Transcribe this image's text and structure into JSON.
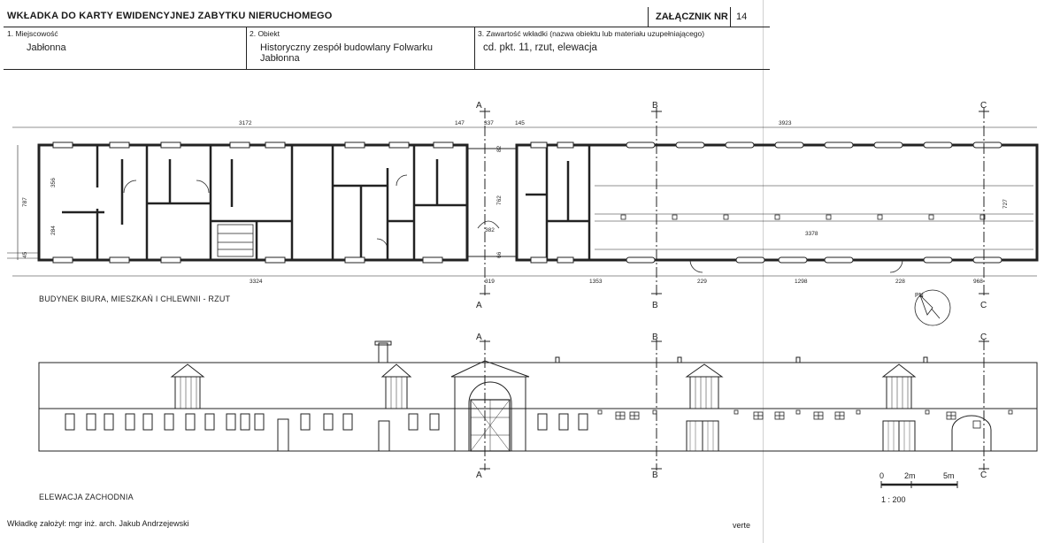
{
  "header": {
    "title": "WKŁADKA DO KARTY EWIDENCYJNEJ ZABYTKU NIERUCHOMEGO",
    "annex_label": "ZAŁĄCZNIK NR",
    "annex_number": "14",
    "fields": [
      {
        "label": "1. Miejscowość",
        "value": "Jabłonna"
      },
      {
        "label": "2. Obiekt",
        "value": "Historyczny zespół budowlany Folwarku Jabłonna"
      },
      {
        "label": "3. Zawartość wkładki (nazwa obiektu lub materiału uzupełniającego)",
        "value": "cd. pkt. 11, rzut, elewacja"
      }
    ]
  },
  "plan": {
    "caption": "BUDYNEK BIURA, MIESZKAŃ I CHLEWNII - RZUT",
    "dimensions_top": [
      "3172",
      "147",
      "337",
      "145",
      "3923"
    ],
    "dimensions_bottom": [
      "3324",
      "319",
      "1353",
      "229",
      "1298",
      "228",
      "968"
    ],
    "dimensions_inner": [
      "382",
      "3378"
    ],
    "dimensions_vertical": [
      "787",
      "356",
      "284",
      "45",
      "82",
      "762",
      "66",
      "727"
    ],
    "section_markers": [
      "A",
      "B",
      "C"
    ],
    "north_label": "PN"
  },
  "elevation": {
    "caption": "ELEWACJA ZACHODNIA"
  },
  "scale": {
    "labels": [
      "0",
      "2m",
      "5m"
    ],
    "ratio": "1 : 200"
  },
  "footer": {
    "author": "Wkładkę założył: mgr inż. arch. Jakub Andrzejewski",
    "verte": "verte"
  }
}
